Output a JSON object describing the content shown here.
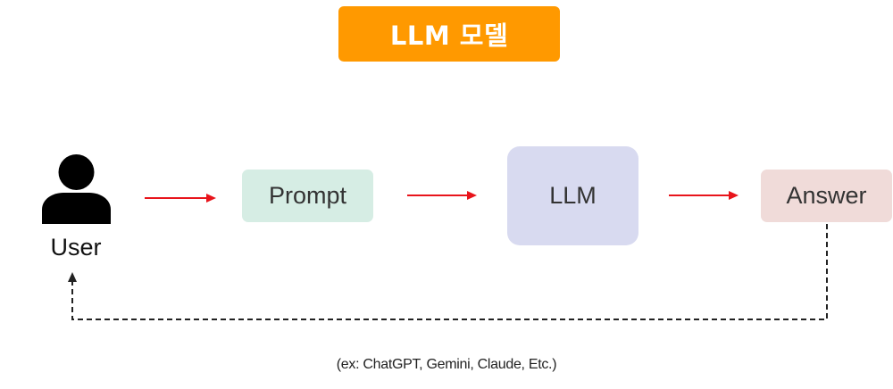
{
  "diagram": {
    "title": "LLM 모델",
    "user_label": "User",
    "nodes": {
      "prompt": "Prompt",
      "llm": "LLM",
      "answer": "Answer"
    },
    "note": "(ex: ChatGPT, Gemini, Claude, Etc.)",
    "icons": {
      "user": "user-icon"
    },
    "colors": {
      "title_bg": "#ff9900",
      "prompt_bg": "#d6ede4",
      "llm_bg": "#d8daf0",
      "answer_bg": "#f0dbd9",
      "flow_arrow": "#e8141b",
      "return_arrow": "#222222"
    }
  }
}
